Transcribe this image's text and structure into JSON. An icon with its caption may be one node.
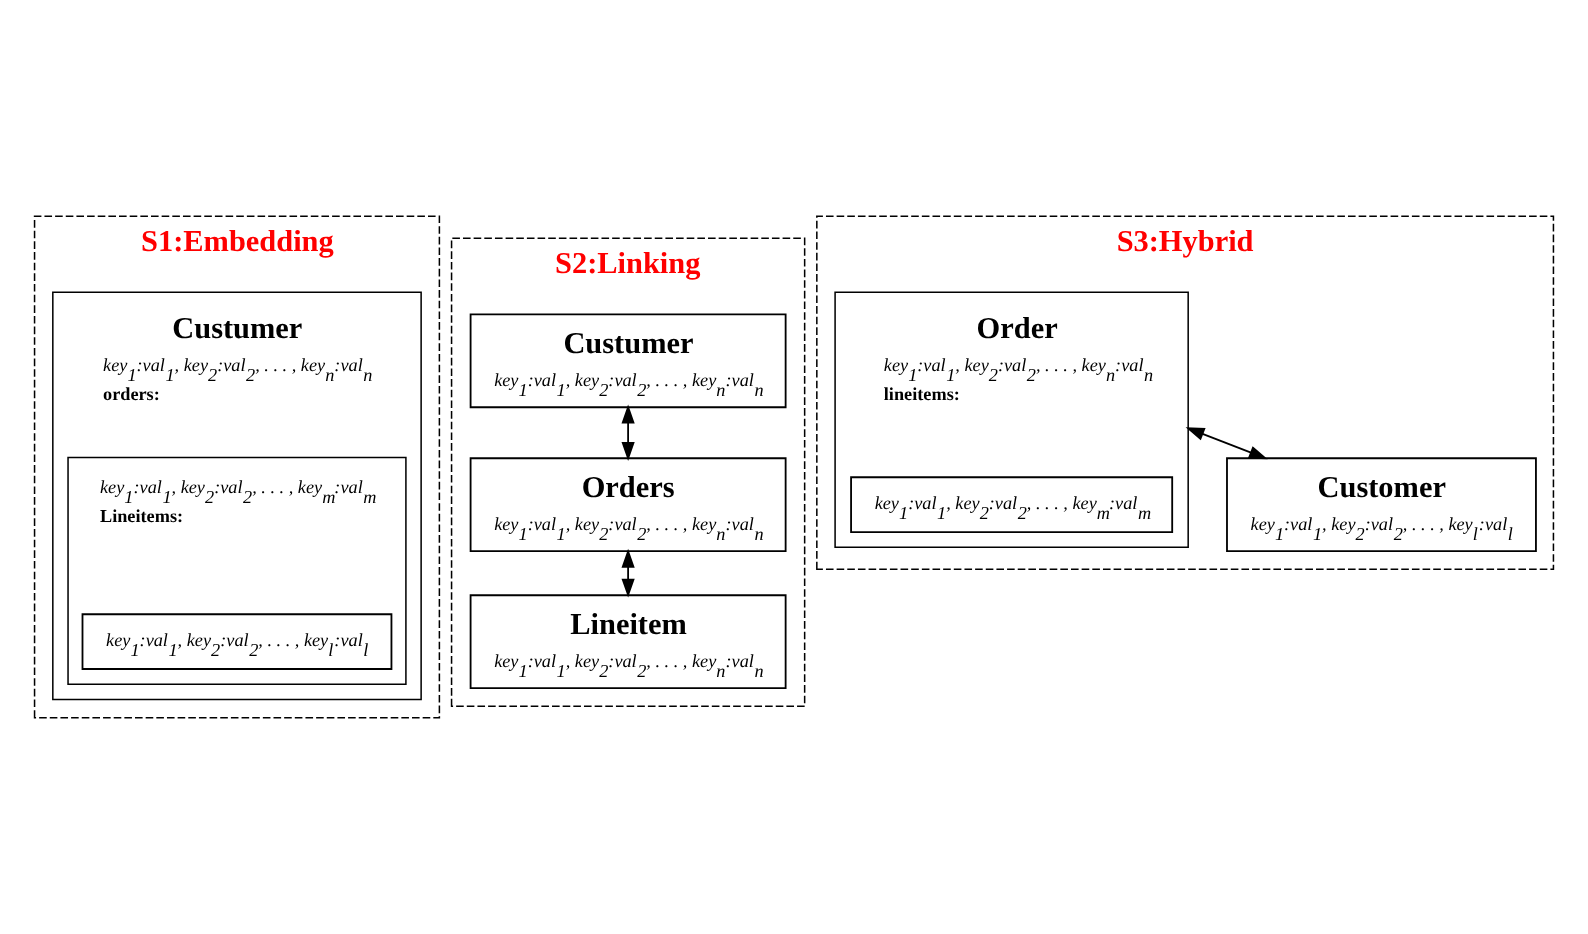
{
  "diagram": {
    "nodes": [
      {
        "text": [
          "S1:Embedding"
        ]
      },
      {
        "text": [
          "Custumer",
          "key$_{1}$:val$_{1}$, key$_{2}$:val$_{2}$, . . . , key$_{n}$:val$_{n}$",
          "orders:"
        ],
        "in": 0
      },
      {
        "text": [
          "key$_{1}$:val$_{1}$, key$_{2}$:val$_{2}$, . . . , key$_{m}$:val$_{m}$",
          "Lineitems:"
        ],
        "in": 1
      },
      {
        "text": [
          "key$_{1}$:val$_{1}$, key$_{2}$:val$_{2}$, . . . , key$_{l}$:val$_{l}$"
        ],
        "in": 2
      },
      {
        "text": [
          "S2:Linking"
        ]
      },
      {
        "text": [
          "Custumer",
          "key$_{1}$:val$_{1}$, key$_{2}$:val$_{2}$, . . . , key$_{n}$:val$_{n}$"
        ],
        "in": 4
      },
      {
        "text": [
          "Orders",
          "key$_{1}$:val$_{1}$, key$_{2}$:val$_{2}$, . . . , key$_{n}$:val$_{n}$"
        ],
        "in": 4
      },
      {
        "text": [
          "Lineitem",
          "key$_{1}$:val$_{1}$, key$_{2}$:val$_{2}$, . . . , key$_{n}$:val$_{n}$"
        ],
        "in": 4
      },
      {
        "text": [
          "S3:Hybrid"
        ]
      },
      {
        "text": [
          "Order",
          "key$_{1}$:val$_{1}$, key$_{2}$:val$_{2}$, . . . , key$_{n}$:val$_{n}$",
          "lineitems:"
        ],
        "in": 8
      },
      {
        "text": [
          "key$_{1}$:val$_{1}$, key$_{2}$:val$_{2}$, . . . , key$_{m}$:val$_{m}$"
        ],
        "in": 9
      },
      {
        "text": [
          "Customer",
          "key$_{1}$:val$_{1}$, key$_{2}$:val$_{2}$, . . . , key$_{l}$:val$_{l}$"
        ],
        "in": 8
      }
    ],
    "edges": [
      {
        "from": 5,
        "to": 6,
        "arrow": "both"
      },
      {
        "from": 6,
        "to": 7,
        "arrow": "both"
      },
      {
        "from": 9,
        "to": 11,
        "arrow": "both"
      }
    ]
  }
}
